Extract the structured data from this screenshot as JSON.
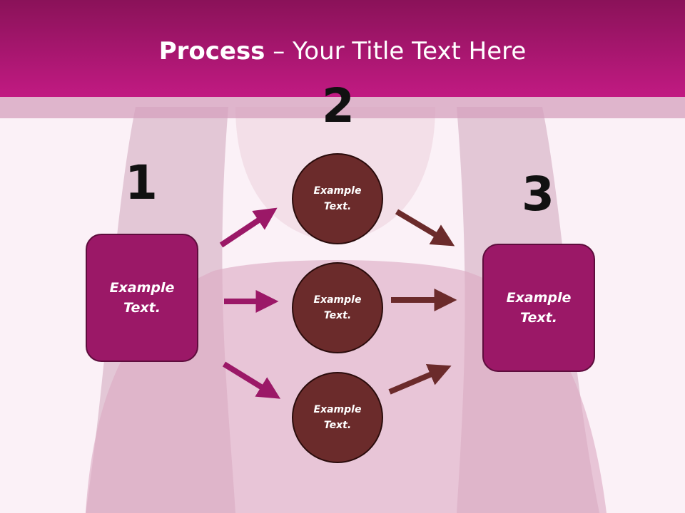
{
  "title": {
    "strong": "Process",
    "rest": " – Your Title Text Here"
  },
  "steps": {
    "n1": "1",
    "n2": "2",
    "n3": "3"
  },
  "nodes": {
    "left_box": "Example Text.",
    "circle_top": "Example Text.",
    "circle_mid": "Example Text.",
    "circle_bottom": "Example Text.",
    "right_box": "Example Text."
  },
  "colors": {
    "header": "#c11a82",
    "box_fill": "#9b1867",
    "circle_fill": "#6b2b2b",
    "arrow_left": "#9b1867",
    "arrow_right": "#6b2b2b"
  }
}
